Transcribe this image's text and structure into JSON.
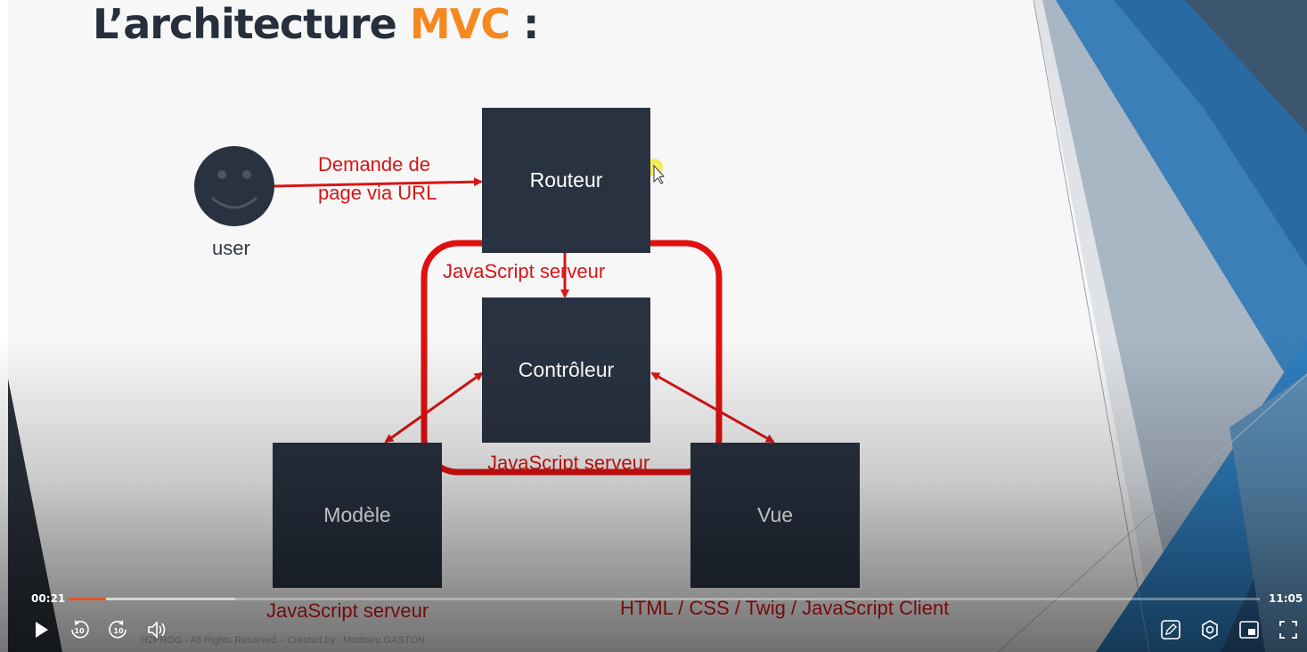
{
  "slide": {
    "title_prefix": "L’architecture ",
    "title_accent": "MVC",
    "title_suffix": " :",
    "user_label": "user",
    "request_line1": "Demande de",
    "request_line2": "page via URL",
    "routeur": "Routeur",
    "controleur": "Contrôleur",
    "modele": "Modèle",
    "vue": "Vue",
    "js_server_top": "JavaScript serveur",
    "js_server_bottom": "JavaScript serveur",
    "modele_tech": "JavaScript serveur",
    "vue_tech": "HTML / CSS / Twig / JavaScript Client",
    "footer": "H2PROG - All Rights Reserved – Created by : Matthieu GASTON"
  },
  "player": {
    "current_time": "00:21",
    "duration": "11:05",
    "progress_fraction": 0.0316,
    "buffer_fraction": 0.14,
    "accent_color": "#e8542b",
    "icons": {
      "play": "play-icon",
      "rewind": "rewind-10-icon",
      "forward": "forward-10-icon",
      "volume": "volume-icon",
      "notes": "pencil-icon",
      "settings": "gear-icon",
      "pip": "picture-in-picture-icon",
      "fullscreen": "fullscreen-icon"
    }
  },
  "colors": {
    "title": "#262f3b",
    "title_accent": "#f5891f",
    "box": "#293241",
    "annotation": "#d91515"
  }
}
